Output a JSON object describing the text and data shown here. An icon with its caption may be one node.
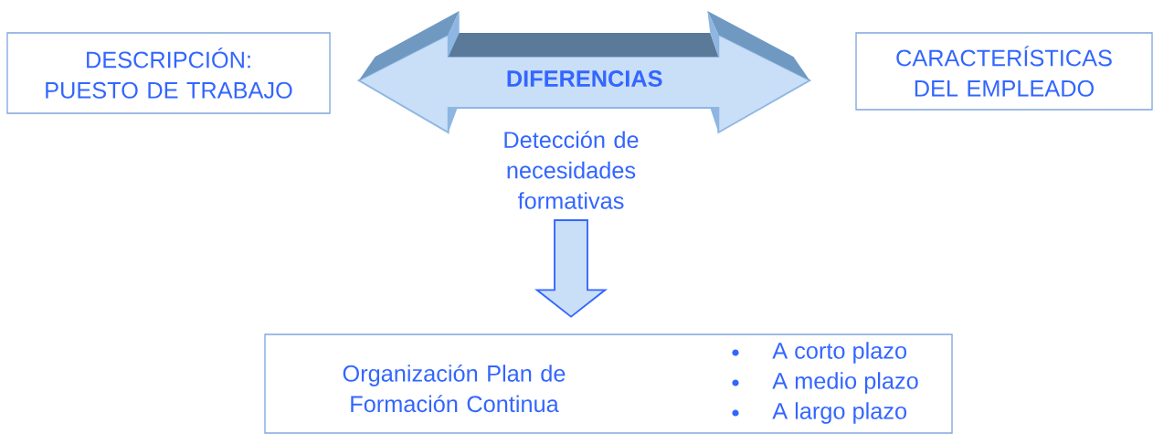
{
  "diagram": {
    "nodes": [
      {
        "text": [
          "DESCRIPCIÓN: PUESTO DE TRABAJO"
        ]
      },
      {
        "text": [
          "CARACTERÍSTICAS DEL EMPLEADO"
        ]
      },
      {
        "text": [
          "Detección de necesidades formativas"
        ]
      },
      {
        "text": [
          "Organización Plan de Formación Continua",
          "A corto plazo",
          "A medio plazo",
          "A largo plazo"
        ]
      }
    ],
    "edges": [
      {
        "from": 0,
        "to": 1,
        "arrow": "both",
        "label": "DIFERENCIAS",
        "style": "thick"
      },
      {
        "from": 2,
        "to": 3,
        "arrow": "to",
        "style": "thick"
      }
    ]
  }
}
